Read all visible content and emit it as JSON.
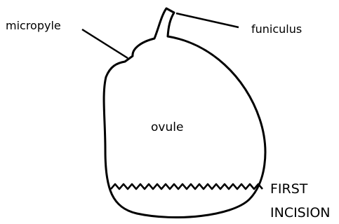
{
  "labels": {
    "micropyle": "micropyle",
    "funiculus": "funiculus",
    "ovule": "ovule",
    "incision_line1": "FIRST",
    "incision_line2": "INCISION"
  },
  "colors": {
    "stroke": "#000000",
    "background": "#ffffff"
  }
}
